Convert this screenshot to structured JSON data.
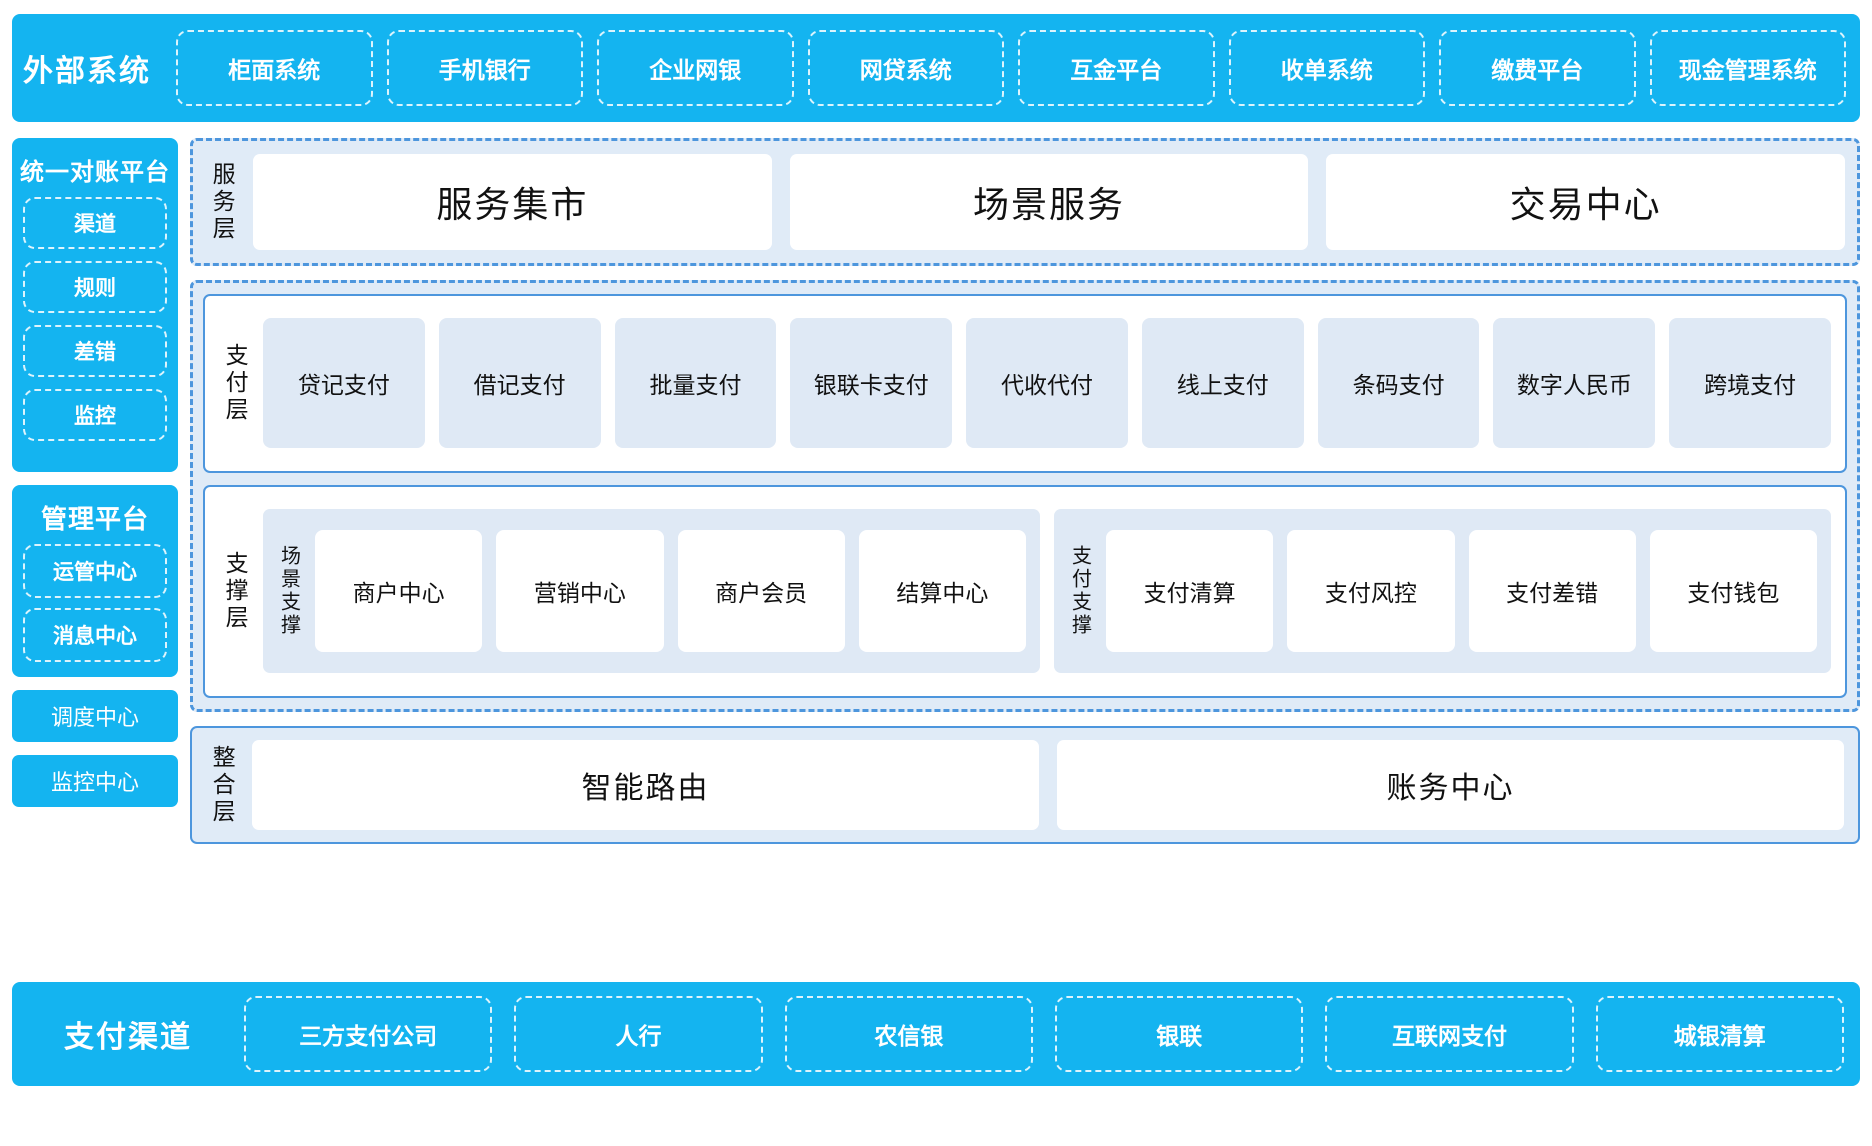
{
  "external": {
    "title": "外部系统",
    "items": [
      "柜面系统",
      "手机银行",
      "企业网银",
      "网贷系统",
      "互金平台",
      "收单系统",
      "缴费平台",
      "现金管理系统"
    ]
  },
  "left": {
    "recon": {
      "title": "统一对账平台",
      "items": [
        "渠道",
        "规则",
        "差错",
        "监控"
      ]
    },
    "manage": {
      "title": "管理平台",
      "items": [
        "运管中心",
        "消息中心"
      ]
    },
    "standalone": [
      "调度中心",
      "监控中心"
    ]
  },
  "service_layer": {
    "label": "服务层",
    "cards": [
      "服务集市",
      "场景服务",
      "交易中心"
    ]
  },
  "pay_layer": {
    "label": "支付层",
    "cells": [
      "贷记支付",
      "借记支付",
      "批量支付",
      "银联卡支付",
      "代收代付",
      "线上支付",
      "条码支付",
      "数字人民币",
      "跨境支付"
    ]
  },
  "support_layer": {
    "label": "支撑层",
    "groups": [
      {
        "label": "场景支撑",
        "cards": [
          "商户中心",
          "营销中心",
          "商户会员",
          "结算中心"
        ]
      },
      {
        "label": "支付支撑",
        "cards": [
          "支付清算",
          "支付风控",
          "支付差错",
          "支付钱包"
        ]
      }
    ]
  },
  "integration_layer": {
    "label": "整合层",
    "cards": [
      "智能路由",
      "账务中心"
    ]
  },
  "channels": {
    "title": "支付渠道",
    "items": [
      "三方支付公司",
      "人行",
      "农信银",
      "银联",
      "互联网支付",
      "城银清算"
    ]
  },
  "colors": {
    "brand_blue": "#14b4f0",
    "dashed_blue": "#4d96dd",
    "pale_blue": "#e0ebf7",
    "cell_blue": "#dfe9f5"
  }
}
